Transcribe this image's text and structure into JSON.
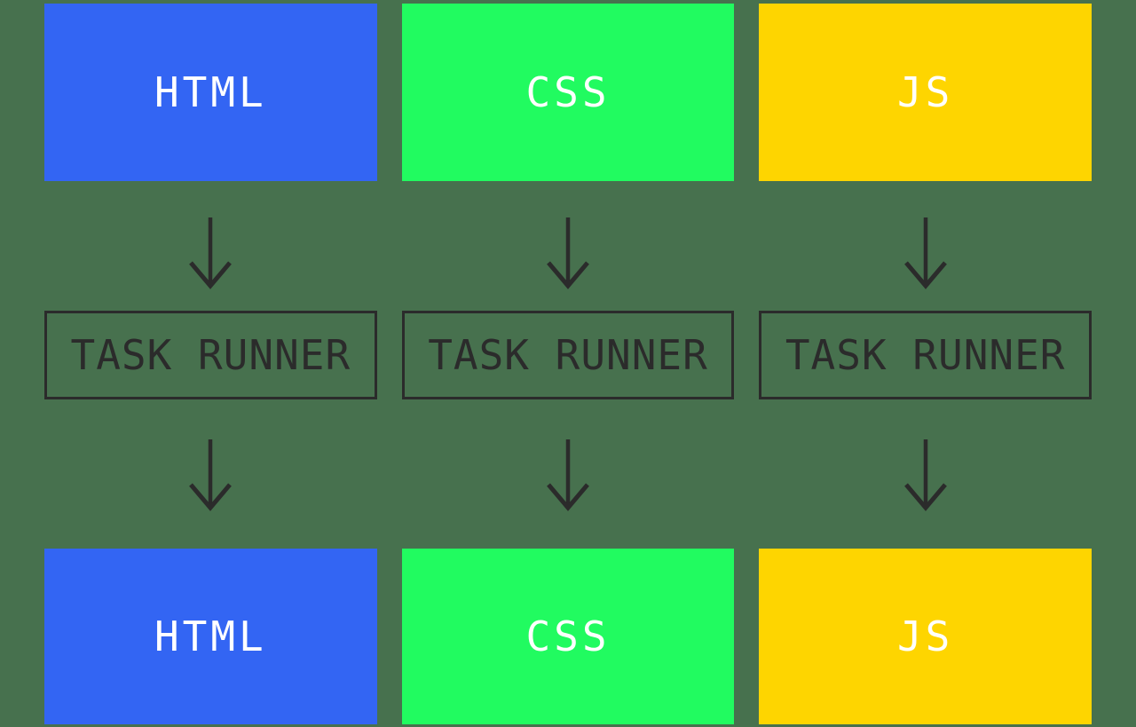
{
  "diagram": {
    "background_color": "#47714e",
    "outline_color": "#2b2b2b",
    "arrow_color": "#2b2b2b",
    "label_color": "#ffffff",
    "columns": [
      {
        "id": "html",
        "color": "#3365f3",
        "top_box_label": "HTML",
        "task_runner_label": "TASK RUNNER",
        "bottom_box_label": "HTML"
      },
      {
        "id": "css",
        "color": "#21fb60",
        "top_box_label": "CSS",
        "task_runner_label": "TASK RUNNER",
        "bottom_box_label": "CSS"
      },
      {
        "id": "js",
        "color": "#fed500",
        "top_box_label": "JS",
        "task_runner_label": "TASK RUNNER",
        "bottom_box_label": "JS"
      }
    ]
  }
}
